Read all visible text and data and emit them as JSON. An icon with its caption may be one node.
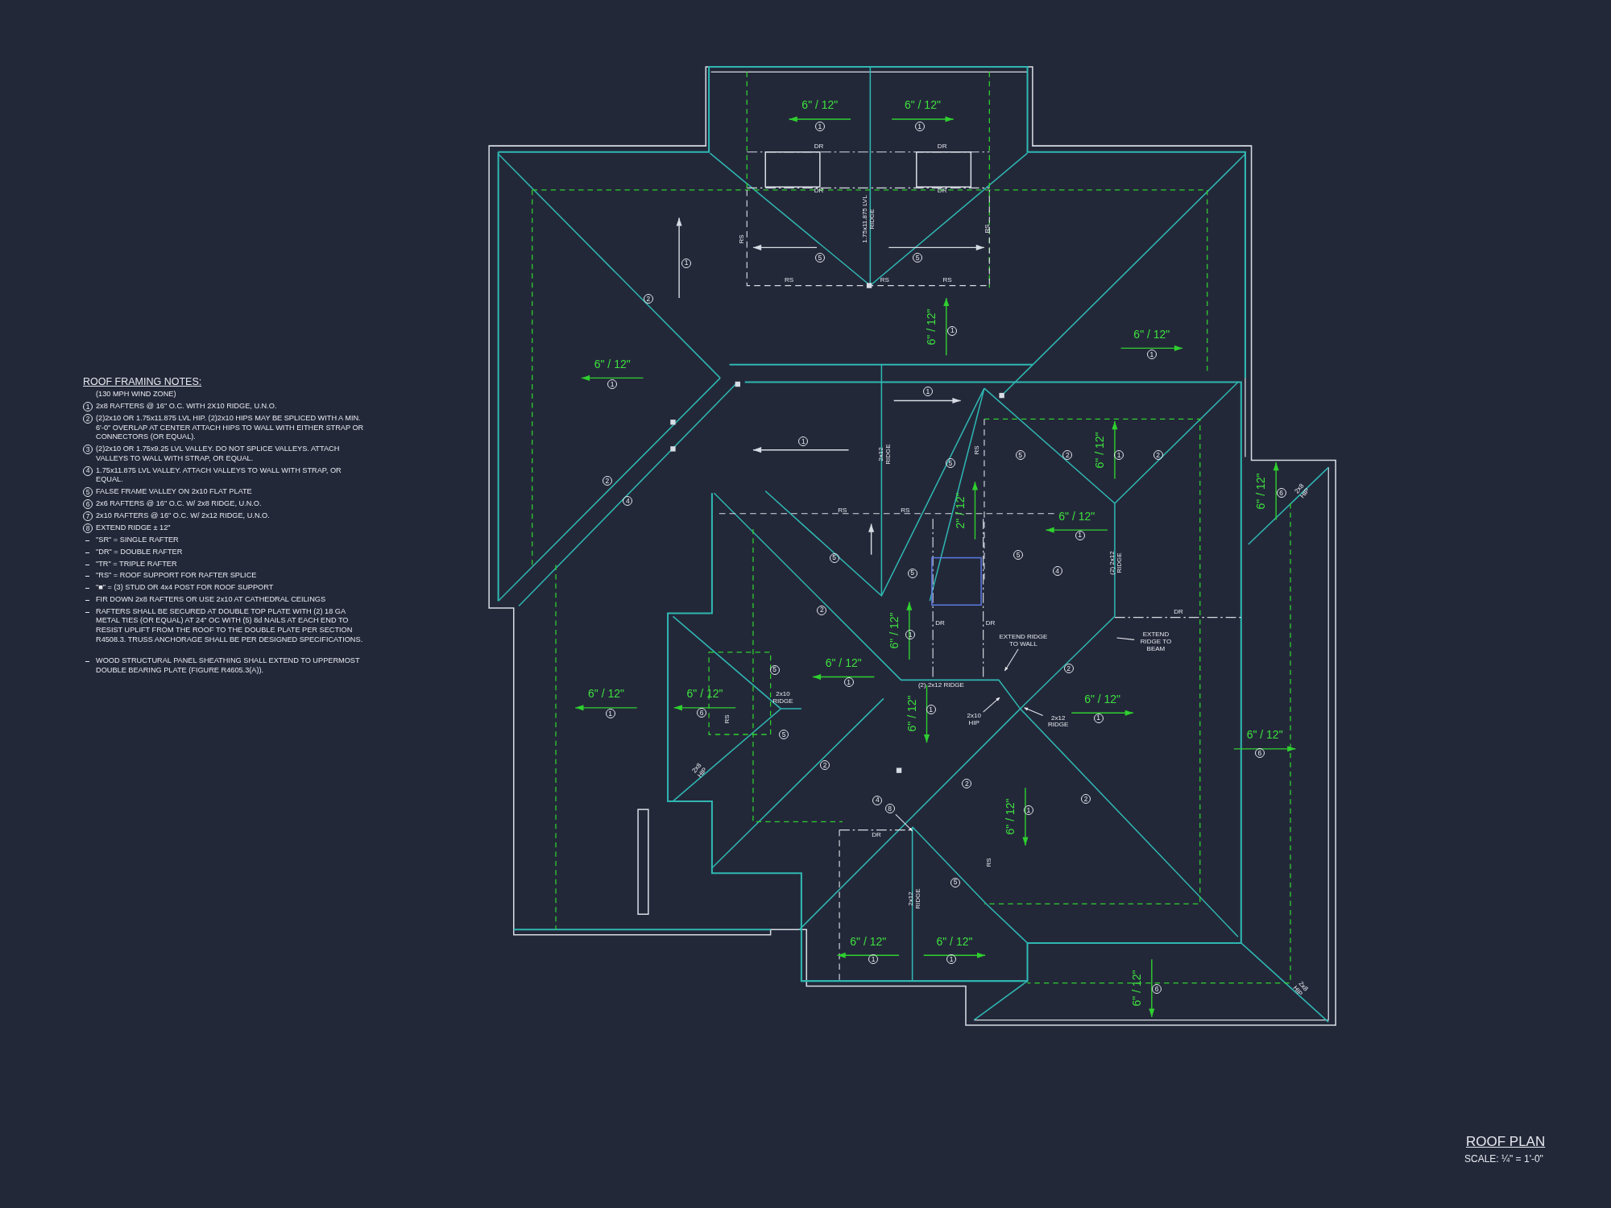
{
  "diagram": {
    "title": "ROOF PLAN",
    "caption": "SCALE: ¼\" = 1'-0\"",
    "nodes": [
      {
        "text": [
          "EXTEND RIDGE TO WALL"
        ]
      },
      {
        "text": [
          "EXTEND RIDGE TO BEAM"
        ]
      },
      {
        "text": [
          "2x10 HIP"
        ]
      },
      {
        "text": [
          "2x12 RIDGE"
        ]
      },
      {
        "text": [
          "8"
        ]
      }
    ],
    "edges": [
      {
        "from": 0,
        "to": null,
        "arrow": "to"
      },
      {
        "from": 1,
        "to": null,
        "arrow": "none"
      },
      {
        "from": 2,
        "to": null,
        "arrow": "to"
      },
      {
        "from": 3,
        "to": null,
        "arrow": "to"
      },
      {
        "from": 4,
        "to": null,
        "arrow": "to"
      }
    ],
    "labels": [
      "ROOF FRAMING NOTES:",
      "(130 MPH WIND ZONE)",
      "1",
      "2x8 RAFTERS @ 16\" O.C. WITH 2X10 RIDGE, U.N.O.",
      "2",
      "(2)2x10 OR 1.75x11.875 LVL HIP. (2)2x10 HIPS MAY BE SPLICED WITH A MIN. 6'-0\" OVERLAP AT CENTER ATTACH HIPS TO WALL WITH EITHER STRAP OR CONNECTORS (OR EQUAL).",
      "3",
      "(2)2x10 OR 1.75x9.25 LVL VALLEY. DO NOT SPLICE VALLEYS. ATTACH VALLEYS TO WALL WITH STRAP, OR EQUAL.",
      "4",
      "1.75x11.875 LVL VALLEY. ATTACH VALLEYS TO WALL WITH STRAP, OR EQUAL.",
      "5",
      "FALSE FRAME VALLEY ON 2x10 FLAT PLATE",
      "6",
      "2x6 RAFTERS @ 16\" O.C. W/ 2x8 RIDGE, U.N.O.",
      "7",
      "2x10 RAFTERS @ 16\" O.C. W/ 2x12 RIDGE, U.N.O.",
      "8",
      "EXTEND RIDGE ± 12\"",
      "\"SR\" = SINGLE RAFTER",
      "\"DR\" = DOUBLE RAFTER",
      "\"TR\" = TRIPLE RAFTER",
      "\"RS\" = ROOF SUPPORT FOR RAFTER SPLICE",
      "\"■\" = (3) STUD OR 4x4 POST FOR ROOF SUPPORT",
      "FIR DOWN 2x8 RAFTERS OR USE 2x10 AT CATHEDRAL CEILINGS",
      "RAFTERS SHALL BE SECURED AT DOUBLE TOP PLATE WITH (2) 18 GA METAL TIES (OR EQUAL) AT 24\" OC WITH (5) 8d NAILS AT EACH END TO RESIST UPLIFT FROM THE ROOF TO THE DOUBLE PLATE PER SECTION R4508.3. TRUSS ANCHORAGE SHALL BE PER DESIGNED SPECIFICATIONS.",
      "WOOD STRUCTURAL PANEL SHEATHING SHALL EXTEND TO UPPERMOST DOUBLE BEARING PLATE (FIGURE R4605.3(A)).",
      "6\" / 12\"",
      "1",
      "6\" / 12\"",
      "1",
      "DR",
      "DR",
      "DR",
      "DR",
      "1.75x11.875 LVL RIDGE",
      "RS",
      "RS",
      "1",
      "5",
      "5",
      "RS",
      "RS",
      "RS",
      "2",
      "6\" / 12\"",
      "1",
      "6\" / 12\"",
      "1",
      "6\" / 12\"",
      "1",
      "1",
      "1",
      "2x12 RIDGE",
      "RS",
      "5",
      "2",
      "6\" / 12\"",
      "1",
      "2",
      "5",
      "2",
      "6\" / 12\"",
      "6",
      "2x8 HIP",
      "4",
      "RS",
      "RS",
      "2\" / 12\"",
      "6\" / 12\"",
      "1",
      "5",
      "5",
      "(2) 2x12 RIDGE",
      "5",
      "4",
      "2",
      "DR",
      "DR",
      "DR",
      "6\" / 12\"",
      "1",
      "6\" / 12\"",
      "1",
      "5",
      "2",
      "(2) 2x12 RIDGE",
      "6\" / 12\"",
      "1",
      "6\" / 12\"",
      "6",
      "6\" / 12\"",
      "1",
      "2x10 RIDGE",
      "RS",
      "6\" / 12\"",
      "1",
      "5",
      "6\" / 12\"",
      "6",
      "2",
      "2x8 HIP",
      "2",
      "4",
      "2",
      "6\" / 12\"",
      "1",
      "DR",
      "RS",
      "5",
      "2x12 RIDGE",
      "6\" / 12\"",
      "1",
      "6\" / 12\"",
      "1",
      "6\" / 12\"",
      "6",
      "2x8 HIP"
    ]
  }
}
